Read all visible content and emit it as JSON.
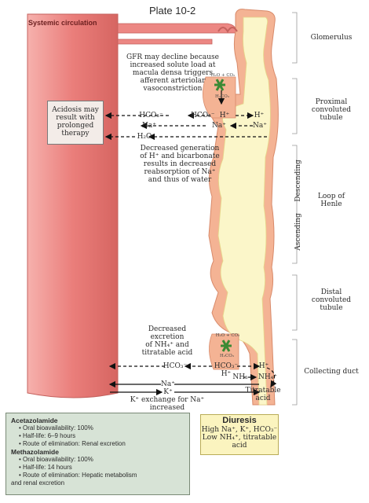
{
  "plate_title": "Plate 10-2",
  "systemic_label": "Systemic circulation",
  "gfr_note": [
    "GFR may decline because",
    "increased solute load at",
    "macula densa triggers",
    "afferent arteriolar",
    "vasoconstriction"
  ],
  "acidosis_note": [
    "Acidosis may",
    "result with",
    "prolonged",
    "therapy"
  ],
  "decreased_gen_note": [
    "Decreased generation",
    "of H⁺ and bicarbonate",
    "results in decreased",
    "reabsorption of Na⁺",
    "and thus of water"
  ],
  "decreased_exc_note": [
    "Decreased",
    "excretion",
    "of NH₄⁺ and",
    "titratable acid"
  ],
  "k_exchange_note": "K⁺ exchange for Na⁺ increased",
  "ions": {
    "hco3": "HCO₃⁻",
    "na": "Na⁺",
    "h2o": "H₂O",
    "h": "H⁺",
    "k": "K⁺",
    "nh3": "NH₃",
    "nh4": "NH₄⁺",
    "titratable": [
      "Titratable",
      "acid"
    ],
    "h2o_co2": "H₂O + CO₂",
    "h2co3": "H₂CO₃"
  },
  "segments": {
    "glomerulus": "Glomerulus",
    "proximal": [
      "Proximal",
      "convoluted",
      "tubule"
    ],
    "descending": "Descending",
    "ascending": "Ascending",
    "loop": [
      "Loop of",
      "Henle"
    ],
    "distal": [
      "Distal",
      "convoluted",
      "tubule"
    ],
    "collecting": "Collecting duct"
  },
  "drugs": [
    {
      "name": "Acetazolamide",
      "items": [
        "Oral bioavailability: 100%",
        "Half-life: 6–9 hours",
        "Route of elimination: Renal excretion"
      ]
    },
    {
      "name": "Methazolamide",
      "items": [
        "Oral bioavailability: 100%",
        "Half-life: 14 hours",
        "Route of elimination: Hepatic metabolism",
        "and renal excretion"
      ]
    }
  ],
  "diuresis": {
    "title": "Diuresis",
    "lines": [
      "High Na⁺, K⁺, HCO₃⁻",
      "Low NH₄⁺, titratable acid"
    ]
  },
  "colors": {
    "vessel": "#ee8f8f",
    "tubule_wall": "#f5b89a",
    "lumen": "#fbf6c9",
    "drug_box": "#d7e3d6",
    "enzyme": "#3b8a34"
  }
}
